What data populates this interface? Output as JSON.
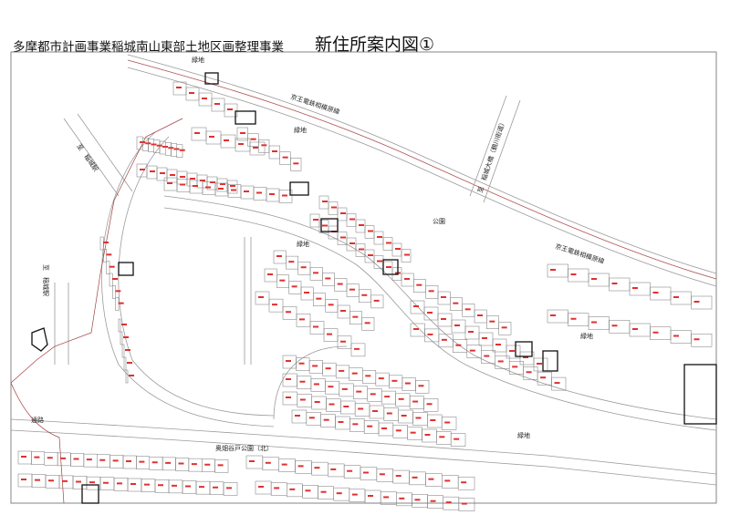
{
  "header": {
    "subtitle": "多摩都市計画事業稲城南山東部土地区画整理事業",
    "title": "新住所案内図①"
  },
  "map_labels": {
    "green_top": "緑地",
    "green_upper": "緑地",
    "green_center": "緑地",
    "green_right": "緑地",
    "green_bottom": "緑地",
    "park": "公園",
    "railway_upper": "京王電鉄相模原線",
    "railway_right": "京王電鉄相模原線",
    "to_bridge": "至　稲城大橋（鶴川街道）",
    "to_station_1": "至　稲城駅",
    "to_station_2": "至　稲城駅",
    "passage": "通路",
    "okuhata_park": "奥畑谷戸公園（北）"
  },
  "colors": {
    "lot_number": "#e03030",
    "boundary": "#a04040",
    "highlight": "#111111"
  }
}
